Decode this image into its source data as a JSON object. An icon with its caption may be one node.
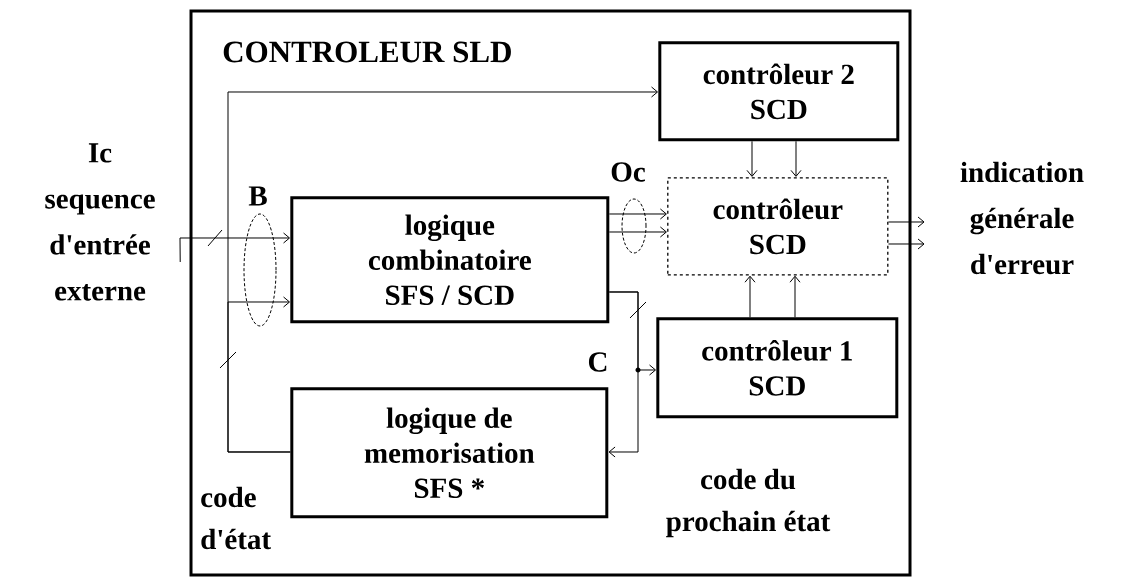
{
  "diagram": {
    "nodes": [
      {
        "text": [
          "CONTROLEUR SLD"
        ]
      },
      {
        "text": [
          "contrôleur 2",
          "SCD"
        ],
        "in": 0
      },
      {
        "text": [
          "contrôleur",
          "SCD"
        ],
        "in": 0
      },
      {
        "text": [
          "logique combinatoire",
          "SFS / SCD"
        ],
        "in": 0
      },
      {
        "text": [
          "contrôleur 1",
          "SCD"
        ],
        "in": 0
      },
      {
        "text": [
          "logique de memorisation",
          "SFS *"
        ],
        "in": 0
      },
      {
        "text": [
          "Ic",
          "sequence d'entrée externe"
        ]
      },
      {
        "text": [
          "indication générale d'erreur"
        ]
      }
    ],
    "edges": [
      {
        "from": 6,
        "to": 3,
        "arrow": "to"
      },
      {
        "from": 5,
        "to": 3,
        "arrow": "to"
      },
      {
        "from": 5,
        "to": 1,
        "arrow": "to"
      },
      {
        "from": 3,
        "to": 2,
        "arrow": "to"
      },
      {
        "from": 3,
        "to": 2,
        "arrow": "to"
      },
      {
        "from": 1,
        "to": 2,
        "arrow": "to"
      },
      {
        "from": 1,
        "to": 2,
        "arrow": "to"
      },
      {
        "from": 4,
        "to": 2,
        "arrow": "to"
      },
      {
        "from": 4,
        "to": 2,
        "arrow": "to"
      },
      {
        "from": 2,
        "to": 7,
        "arrow": "to"
      },
      {
        "from": 2,
        "to": 7,
        "arrow": "to"
      },
      {
        "from": 3,
        "to": 4,
        "arrow": "to"
      },
      {
        "from": 3,
        "to": 5,
        "arrow": "to"
      }
    ],
    "labels": [
      "B",
      "Oc",
      "C",
      "code d'état",
      "code du prochain état"
    ]
  }
}
